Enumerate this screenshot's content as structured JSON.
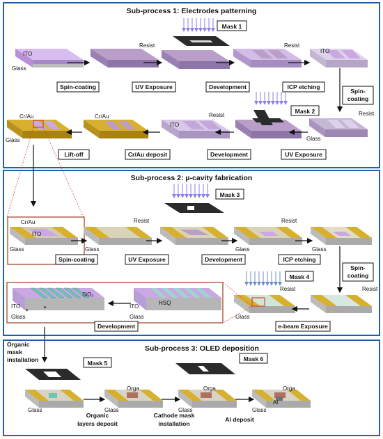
{
  "sub1": {
    "title": "Sub-process 1: Electrodes patterning",
    "steps": [
      "Spin-coating",
      "UV Exposure",
      "Development",
      "ICP etching",
      "Spin-\ncoating",
      "Lift-off",
      "Cr/Au deposit",
      "Development",
      "UV Exposure"
    ],
    "labels": {
      "ito": "ITO",
      "glass": "Glass",
      "resist": "Resist",
      "mask1": "Mask 1",
      "mask2": "Mask 2",
      "crau": "Cr/Au"
    }
  },
  "sub2": {
    "title": "Sub-process 2: µ-cavity fabrication",
    "steps": [
      "Spin-coating",
      "UV Exposure",
      "Development",
      "ICP etching",
      "Spin-\ncoating",
      "e-beam  Exposure",
      "Development"
    ],
    "labels": {
      "crau": "Cr/Au",
      "ito": "ITO",
      "glass": "Glass",
      "resist": "Resist",
      "mask3": "Mask 3",
      "mask4": "Mask 4",
      "sio2": "SiO₂",
      "hsq": "HSQ"
    }
  },
  "sub3": {
    "title": "Sub-process 3: OLED deposition",
    "steps": [
      "Organic\nmask\ninstallation",
      "Organic\nlayers deposit",
      "Cathode mask\ninstallation",
      "Al deposit"
    ],
    "labels": {
      "mask5": "Mask 5",
      "mask6": "Mask 6",
      "glass": "Glass",
      "orga": "Orga",
      "al": "Al"
    }
  },
  "colors": {
    "frame": "#1f5fa6",
    "ito": "#c9a8e4",
    "glass": "#bdbdbd",
    "gold": "#c89a14",
    "resist": "#bba0d0",
    "mask": "#2b2b2b",
    "arrowUV": "#8a80e6",
    "ebeam": "#6c8fc7",
    "highlight": "#d0463c",
    "green": "#9bd6c4"
  }
}
